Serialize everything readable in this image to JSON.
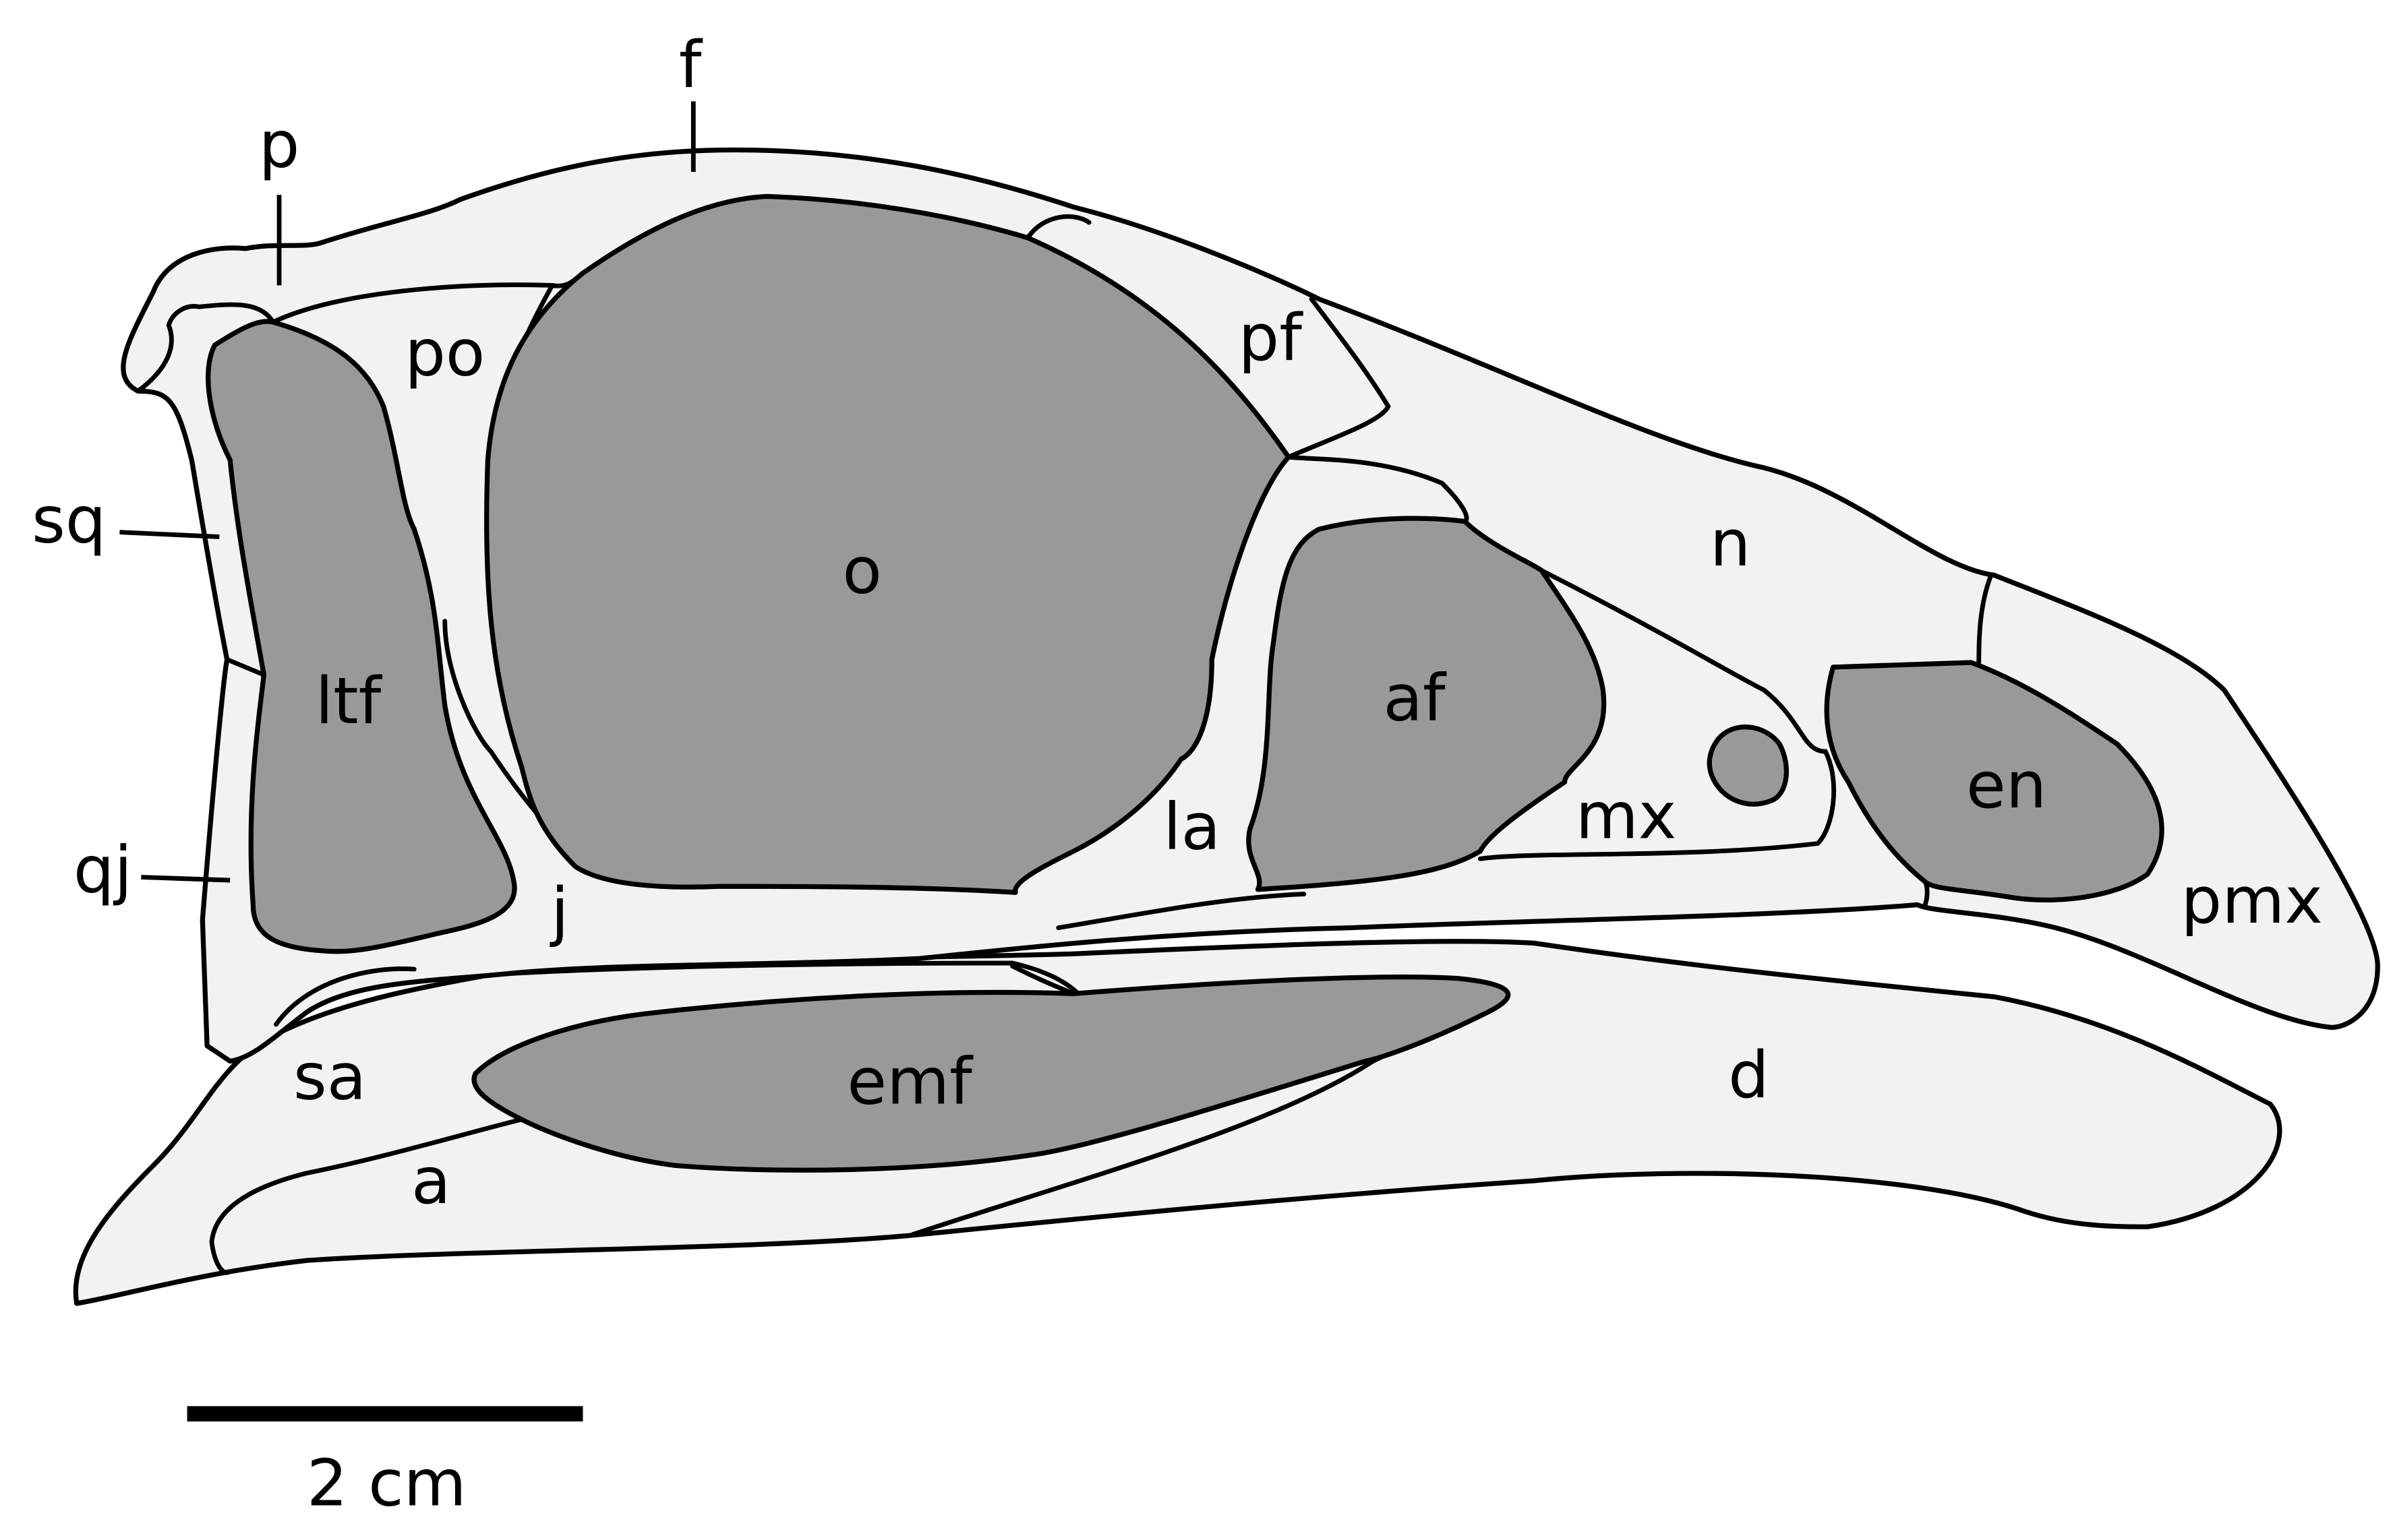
{
  "figure": {
    "colors": {
      "bone": "#f2f2f2",
      "opening": "#999999",
      "outline": "#000000"
    },
    "labels": {
      "f": "f",
      "p": "p",
      "po": "po",
      "o": "o",
      "pf": "pf",
      "n": "n",
      "sq": "sq",
      "ltf": "ltf",
      "af": "af",
      "la": "la",
      "mx": "mx",
      "en": "en",
      "qj": "qj",
      "j": "j",
      "pmx": "pmx",
      "sa": "sa",
      "emf": "emf",
      "d": "d",
      "a": "a"
    },
    "scale_bar": {
      "label": "2 cm",
      "length_cm": 2
    }
  }
}
